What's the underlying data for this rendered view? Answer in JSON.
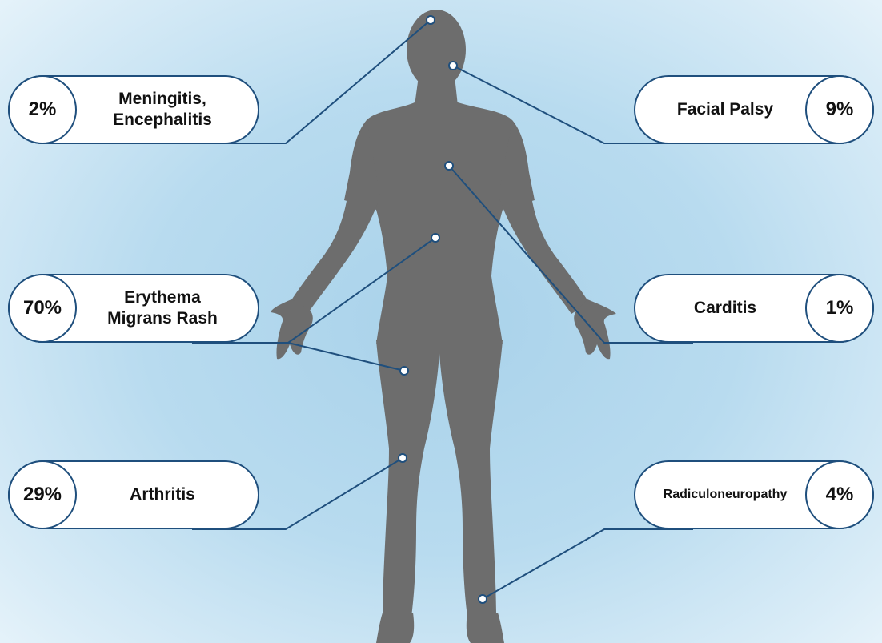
{
  "colors": {
    "accent": "#1f4f7d",
    "body": "#6d6d6d",
    "background": "#b8dbef"
  },
  "callouts": {
    "meningitis": {
      "percent": "2%",
      "label": "Meningitis,\nEncephalitis"
    },
    "facial_palsy": {
      "percent": "9%",
      "label": "Facial Palsy"
    },
    "erythema": {
      "percent": "70%",
      "label": "Erythema\nMigrans Rash"
    },
    "carditis": {
      "percent": "1%",
      "label": "Carditis"
    },
    "arthritis": {
      "percent": "29%",
      "label": "Arthritis"
    },
    "radiculoneuropathy": {
      "percent": "4%",
      "label": "Radiculoneuropathy"
    }
  }
}
